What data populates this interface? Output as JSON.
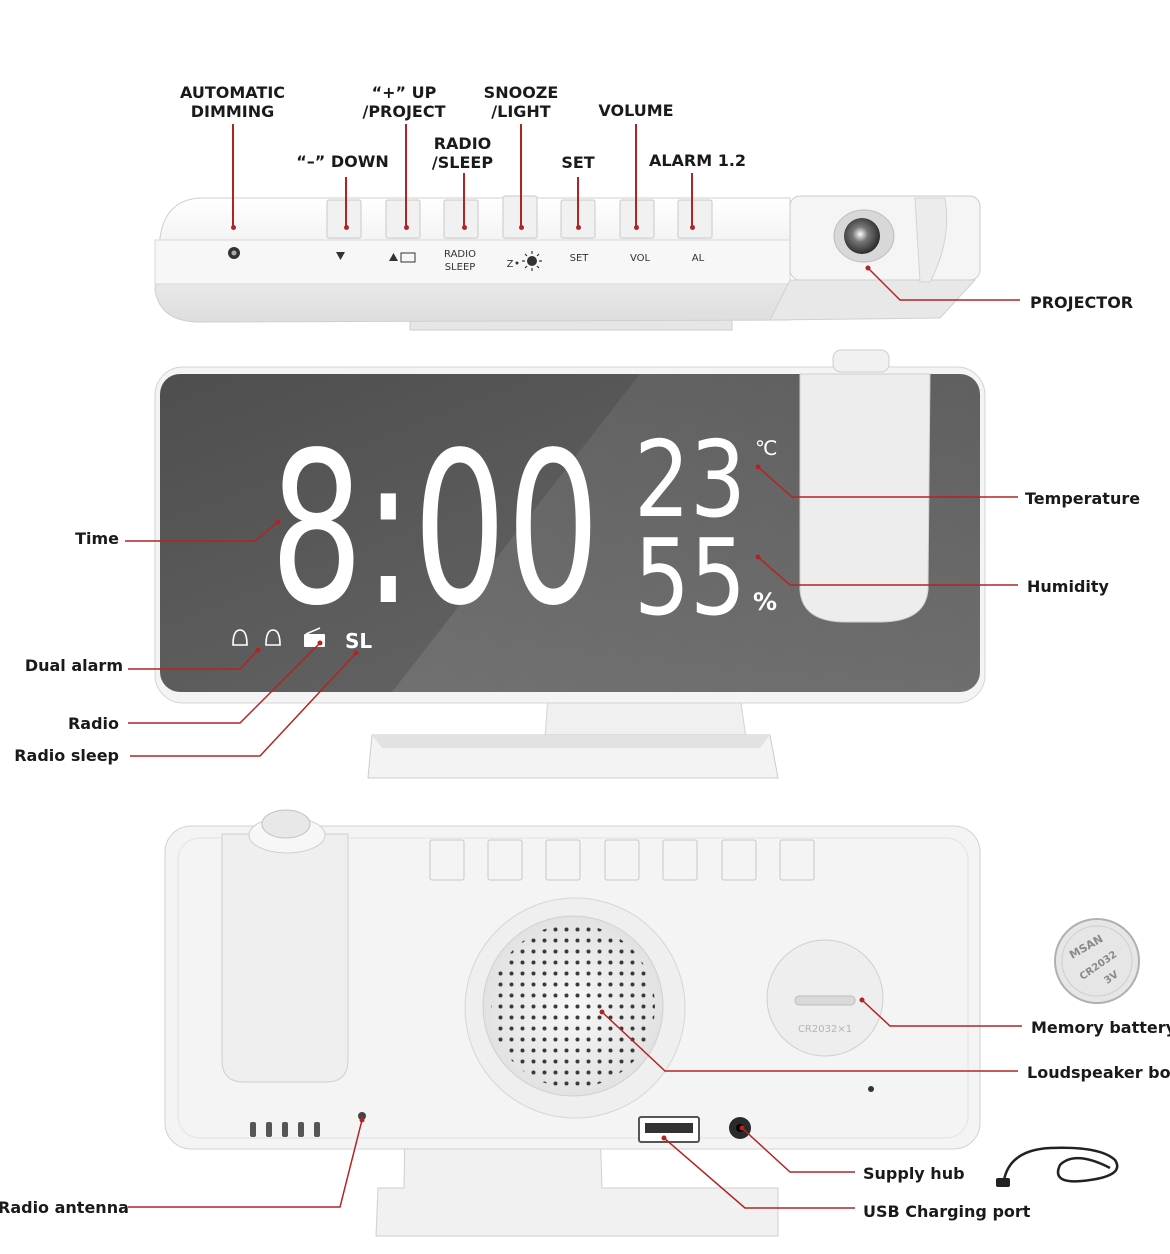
{
  "top_labels": [
    {
      "key": "dimming",
      "line1": "AUTOMATIC",
      "line2": "DIMMING"
    },
    {
      "key": "down",
      "line1": "“–”  DOWN",
      "line2": ""
    },
    {
      "key": "up",
      "line1": "“+”  UP",
      "line2": "/PROJECT"
    },
    {
      "key": "radio",
      "line1": "RADIO",
      "line2": "/SLEEP"
    },
    {
      "key": "snooze",
      "line1": "SNOOZE",
      "line2": "/LIGHT"
    },
    {
      "key": "set",
      "line1": "SET",
      "line2": ""
    },
    {
      "key": "volume",
      "line1": "VOLUME",
      "line2": ""
    },
    {
      "key": "alarm",
      "line1": "ALARM 1.2",
      "line2": ""
    }
  ],
  "button_legends": {
    "radio": "RADIO",
    "sleep": "SLEEP",
    "set": "SET",
    "vol": "VOL",
    "al": "AL",
    "z": "Z"
  },
  "right_labels": {
    "projector": "PROJECTOR",
    "temperature": "Temperature",
    "humidity": "Humidity",
    "memory_battery": "Memory battery",
    "loudspeaker": "Loudspeaker box",
    "supply": "Supply hub",
    "usb": "USB Charging port"
  },
  "left_labels": {
    "time": "Time",
    "dual_alarm": "Dual alarm",
    "radio": "Radio",
    "radio_sleep": "Radio sleep",
    "antenna": "Radio antenna"
  },
  "display": {
    "time": "8:00",
    "temperature": "23",
    "temp_unit": "℃",
    "humidity": "55",
    "humidity_unit": "%",
    "sleep_icon": "SL"
  },
  "battery_text": {
    "cell": "CR2032",
    "voltage": "3V",
    "brand": "MSAN",
    "slot": "CR2032×1"
  },
  "colors": {
    "callout": "#b22424",
    "screen": "#5c5c5c",
    "device": "#f3f3f3",
    "digits": "#ffffff"
  }
}
